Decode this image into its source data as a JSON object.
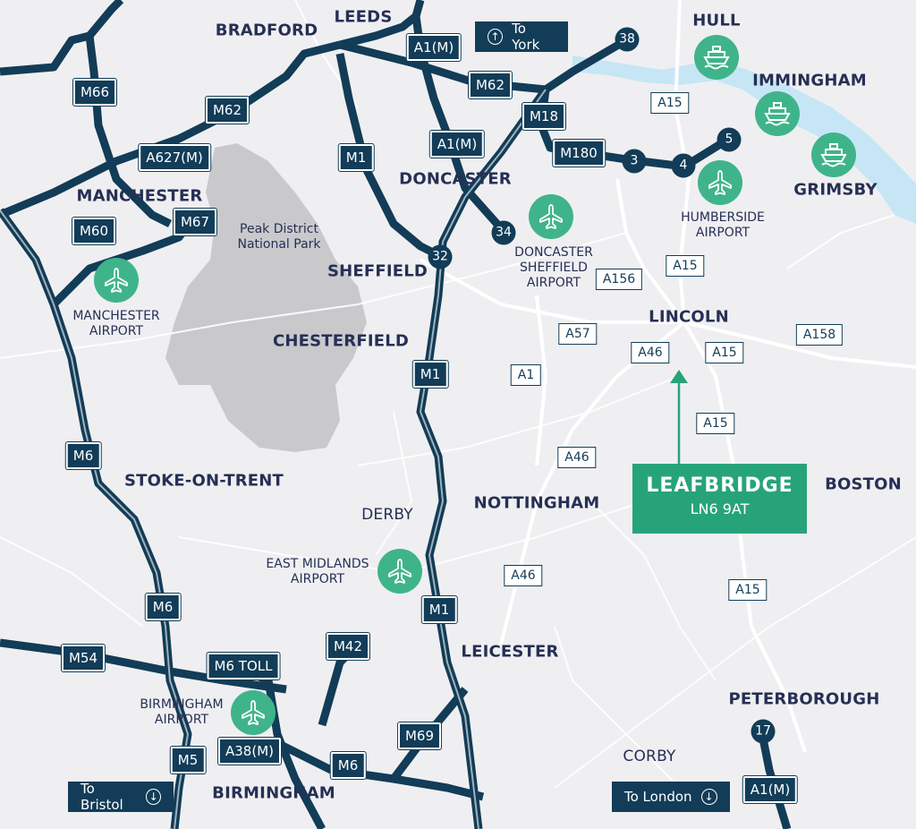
{
  "site": {
    "name": "LEAFBRIDGE",
    "postcode": "LN6 9AT"
  },
  "park": {
    "name": "Peak District\nNational Park"
  },
  "towns": {
    "bradford": "BRADFORD",
    "leeds": "LEEDS",
    "hull": "HULL",
    "immingham": "IMMINGHAM",
    "grimsby": "GRIMSBY",
    "manchester": "MANCHESTER",
    "doncaster": "DONCASTER",
    "sheffield": "SHEFFIELD",
    "lincoln": "LINCOLN",
    "chesterfield": "CHESTERFIELD",
    "stoke": "STOKE-ON-TRENT",
    "derby": "DERBY",
    "nottingham": "NOTTINGHAM",
    "boston": "BOSTON",
    "leicester": "LEICESTER",
    "peterborough": "PETERBOROUGH",
    "corby": "CORBY",
    "birmingham": "BIRMINGHAM"
  },
  "airports": {
    "humberside": "HUMBERSIDE\nAIRPORT",
    "doncaster": "DONCASTER\nSHEFFIELD\nAIRPORT",
    "manchester": "MANCHESTER\nAIRPORT",
    "east_midlands": "EAST MIDLANDS\nAIRPORT",
    "birmingham": "BIRMINGHAM\nAIRPORT"
  },
  "directions": {
    "york": "To York",
    "bristol": "To Bristol",
    "london": "To London"
  },
  "motorways": {
    "m66": "M66",
    "m62_w": "M62",
    "a627m": "A627(M)",
    "m60": "M60",
    "m67": "M67",
    "a1m_n": "A1(M)",
    "a1m_don": "A1(M)",
    "m62_e": "M62",
    "m18": "M18",
    "m180": "M180",
    "m1_n": "M1",
    "m1_mid": "M1",
    "m1_s": "M1",
    "m6_n": "M6",
    "m6_s": "M6",
    "m54": "M54",
    "m6toll": "M6 TOLL",
    "m42": "M42",
    "m69": "M69",
    "m6_bham": "M6",
    "m5": "M5",
    "a38m": "A38(M)",
    "a1m_s": "A1(M)"
  },
  "aroads": {
    "a15_hull": "A15",
    "a15_n": "A15",
    "a156": "A156",
    "a57": "A57",
    "a46_lin": "A46",
    "a15_lin": "A15",
    "a158": "A158",
    "a1": "A1",
    "a15_s": "A15",
    "a46_mid": "A46",
    "a46_s": "A46",
    "a15_bos": "A15"
  },
  "junctions": {
    "j38": "38",
    "j3": "3",
    "j4": "4",
    "j5": "5",
    "j32": "32",
    "j34": "34",
    "j17": "17"
  },
  "colors": {
    "motorway": "#123c57",
    "site": "#27a37a",
    "poi": "#3fb48a",
    "water": "#c6e6f6",
    "park": "#c9c9cc",
    "text": "#262f55"
  },
  "icons": {
    "airport": "plane-icon",
    "port": "ship-icon",
    "up": "arrow-up-icon",
    "down": "arrow-down-icon"
  }
}
